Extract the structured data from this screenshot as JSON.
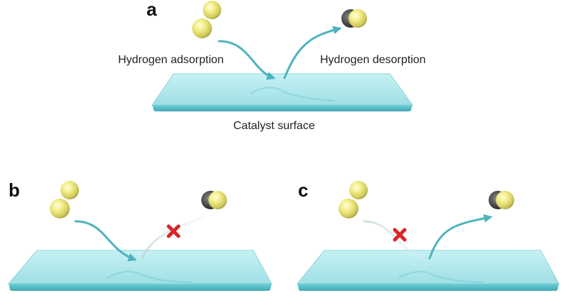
{
  "panels": {
    "a": {
      "letter": "a"
    },
    "b": {
      "letter": "b"
    },
    "c": {
      "letter": "c"
    }
  },
  "labels": {
    "adsorption": "Hydrogen adsorption",
    "desorption": "Hydrogen desorption",
    "surface": "Catalyst surface"
  },
  "colors": {
    "surface_top": "#a9e8ec",
    "surface_edge": "#58c2cb",
    "arrow": "#4fb3bd",
    "sphere": "#f2ee86",
    "sphere_dark": "#a7a24a",
    "blocked_mark": "#d8262a"
  },
  "icons": {
    "blocked": "red-x-mark",
    "molecule": "h2-molecule-spheres"
  }
}
